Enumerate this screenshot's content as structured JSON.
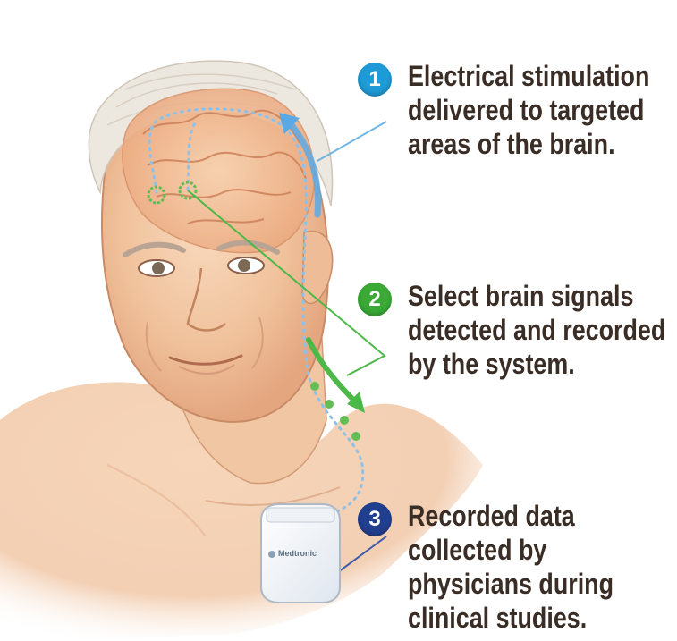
{
  "steps": [
    {
      "number": "1",
      "lines": [
        "Electrical stimulation",
        "delivered to targeted",
        "areas of the brain."
      ],
      "color": "#1e9ad6"
    },
    {
      "number": "2",
      "lines": [
        "Select brain signals",
        "detected and recorded",
        "by the system."
      ],
      "color": "#3aa936"
    },
    {
      "number": "3",
      "lines": [
        "Recorded data",
        "collected by",
        "physicians during",
        "clinical studies."
      ],
      "color": "#213f8f"
    }
  ],
  "device": {
    "brand_label": "Medtronic"
  },
  "colors": {
    "skin": "#f3c9a4",
    "skin_shadow": "#d99b73",
    "hair": "#e8e2d9",
    "brain": "#f1b98f",
    "lead_wire": "#8fc1e8",
    "stimulation_arrow": "#5aa9e6",
    "recording_arrow": "#4cb848"
  }
}
